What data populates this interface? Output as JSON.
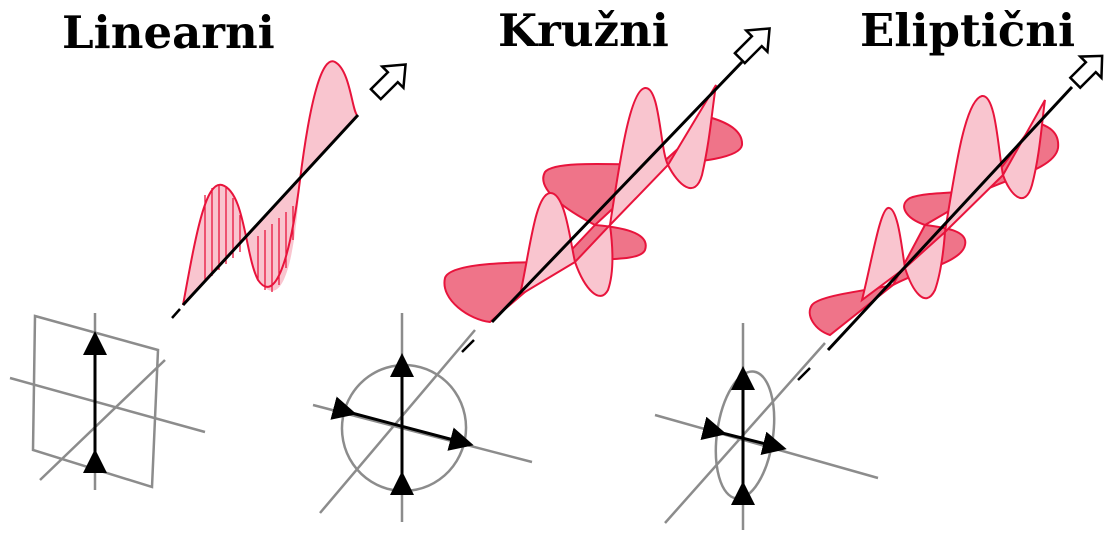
{
  "panels": [
    {
      "id": "linear",
      "title": "Linearni"
    },
    {
      "id": "circular",
      "title": "Kružni"
    },
    {
      "id": "elliptic",
      "title": "Eliptični"
    }
  ],
  "colors": {
    "wave_stroke": "#e8143c",
    "wave_fill_light": "#f9c5cf",
    "wave_fill_dark": "#ef7489",
    "axis_gray": "#8c8c8c",
    "vector": "#000000"
  },
  "icons": [
    "propagation-arrow-icon"
  ]
}
